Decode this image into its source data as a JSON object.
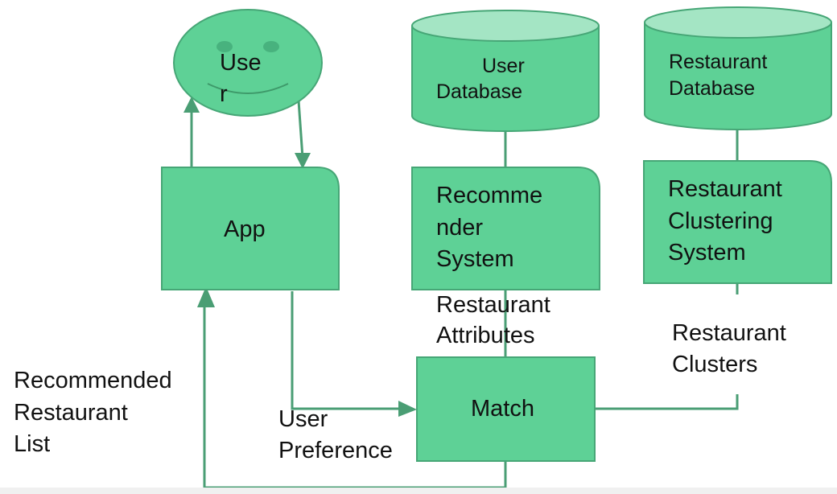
{
  "colors": {
    "fill": "#5ED196",
    "stroke": "#46A676",
    "cylinder_top": "#A4E5C4",
    "line": "#4A9E74",
    "text": "#111111"
  },
  "nodes": {
    "user": {
      "line1": "Use",
      "line2": "r",
      "icon": "smiley-face-icon"
    },
    "app": {
      "label": "App"
    },
    "user_database": {
      "line1": "User",
      "line2": "Database"
    },
    "restaurant_database": {
      "line1": "Restaurant",
      "line2": "Database"
    },
    "recommender_system": {
      "line1": "Recomme",
      "line2": "nder",
      "line3": "System"
    },
    "restaurant_clustering_system": {
      "line1": "Restaurant",
      "line2": "Clustering",
      "line3": "System"
    },
    "match": {
      "label": "Match"
    }
  },
  "edge_labels": {
    "restaurant_attributes": {
      "line1": "Restaurant",
      "line2": "Attributes"
    },
    "restaurant_clusters": {
      "line1": "Restaurant",
      "line2": "Clusters"
    },
    "user_preference": {
      "line1": "User",
      "line2": "Preference"
    },
    "recommended_restaurant_list": {
      "line1": "Recommended",
      "line2": "Restaurant",
      "line3": "List"
    }
  }
}
